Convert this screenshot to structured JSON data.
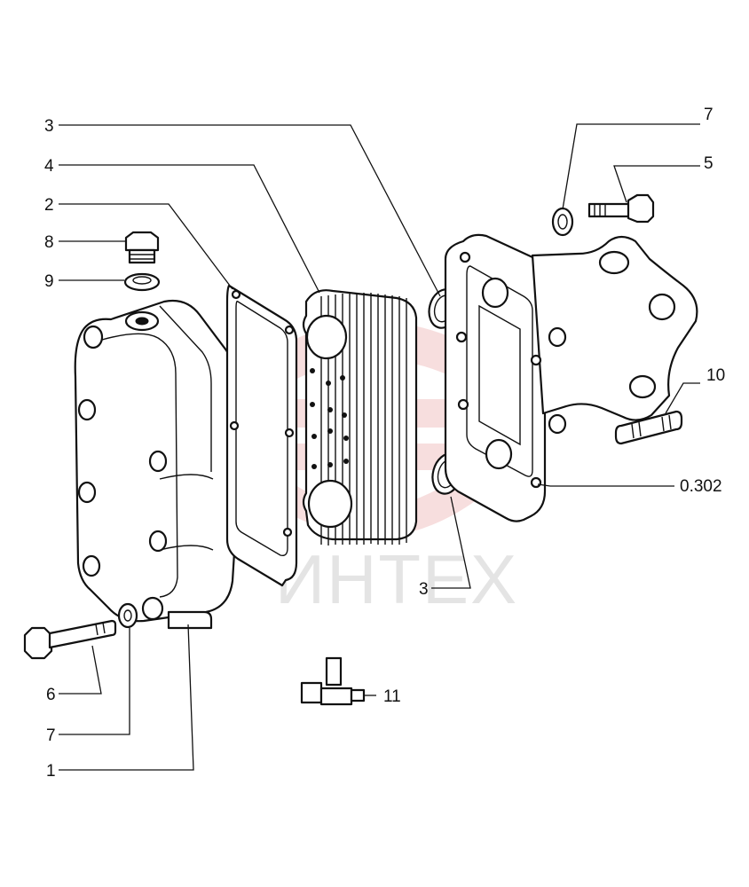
{
  "watermark": {
    "text": "ИНТЕХ",
    "color": "#f2c4c4"
  },
  "labels": {
    "l3_top": "3",
    "l4": "4",
    "l2": "2",
    "l8": "8",
    "l9": "9",
    "l7_top": "7",
    "l5": "5",
    "l10": "10",
    "l0302": "0.302",
    "l3_bottom": "3",
    "l6": "6",
    "l7_bottom": "7",
    "l1": "1",
    "l11": "11"
  }
}
